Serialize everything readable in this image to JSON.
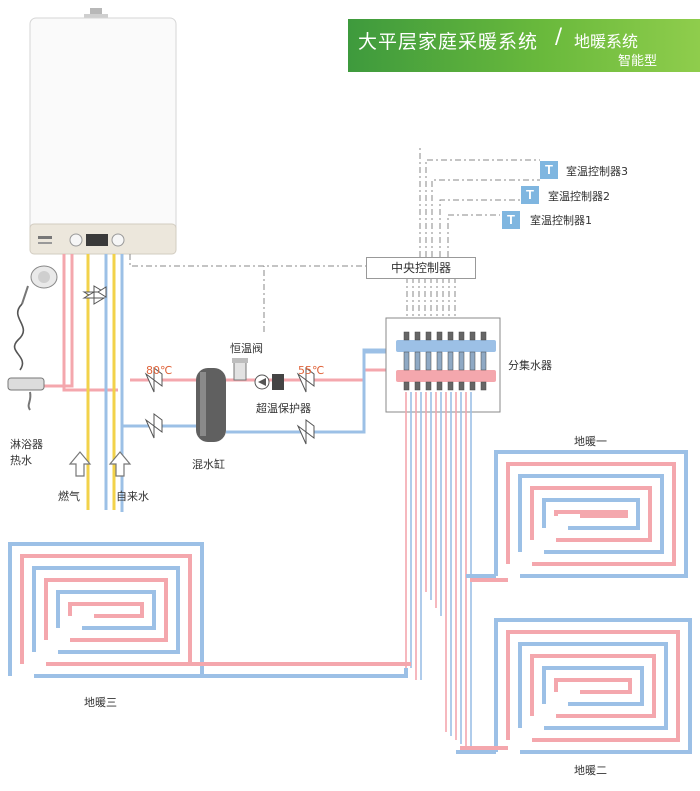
{
  "title": {
    "main": "大平层家庭采暖系统",
    "slash": "/",
    "subtitle": "地暖系统",
    "tag": "智能型"
  },
  "labels": {
    "central_controller": "中央控制器",
    "room_thermostat_3": "室温控制器3",
    "room_thermostat_2": "室温控制器2",
    "room_thermostat_1": "室温控制器1",
    "thermostat_badge": "T",
    "manifold": "分集水器",
    "thermostatic_valve": "恒温阀",
    "overheat_protector": "超温保护器",
    "mixing_tank": "混水缸",
    "shower_hot_water": "淋浴器\n热水",
    "shower_line1": "淋浴器",
    "shower_line2": "热水",
    "gas": "燃气",
    "tap_water": "自来水",
    "floor_heating_1": "地暖一",
    "floor_heating_2": "地暖二",
    "floor_heating_3": "地暖三"
  },
  "temperatures": {
    "supply": "80℃",
    "floor": "55℃"
  },
  "colors": {
    "hot_pipe": "#f4a7ad",
    "cold_pipe": "#9cc0e6",
    "gas_pipe": "#f2d24a",
    "title_green": "#5aae3c",
    "control_line": "#888888"
  }
}
